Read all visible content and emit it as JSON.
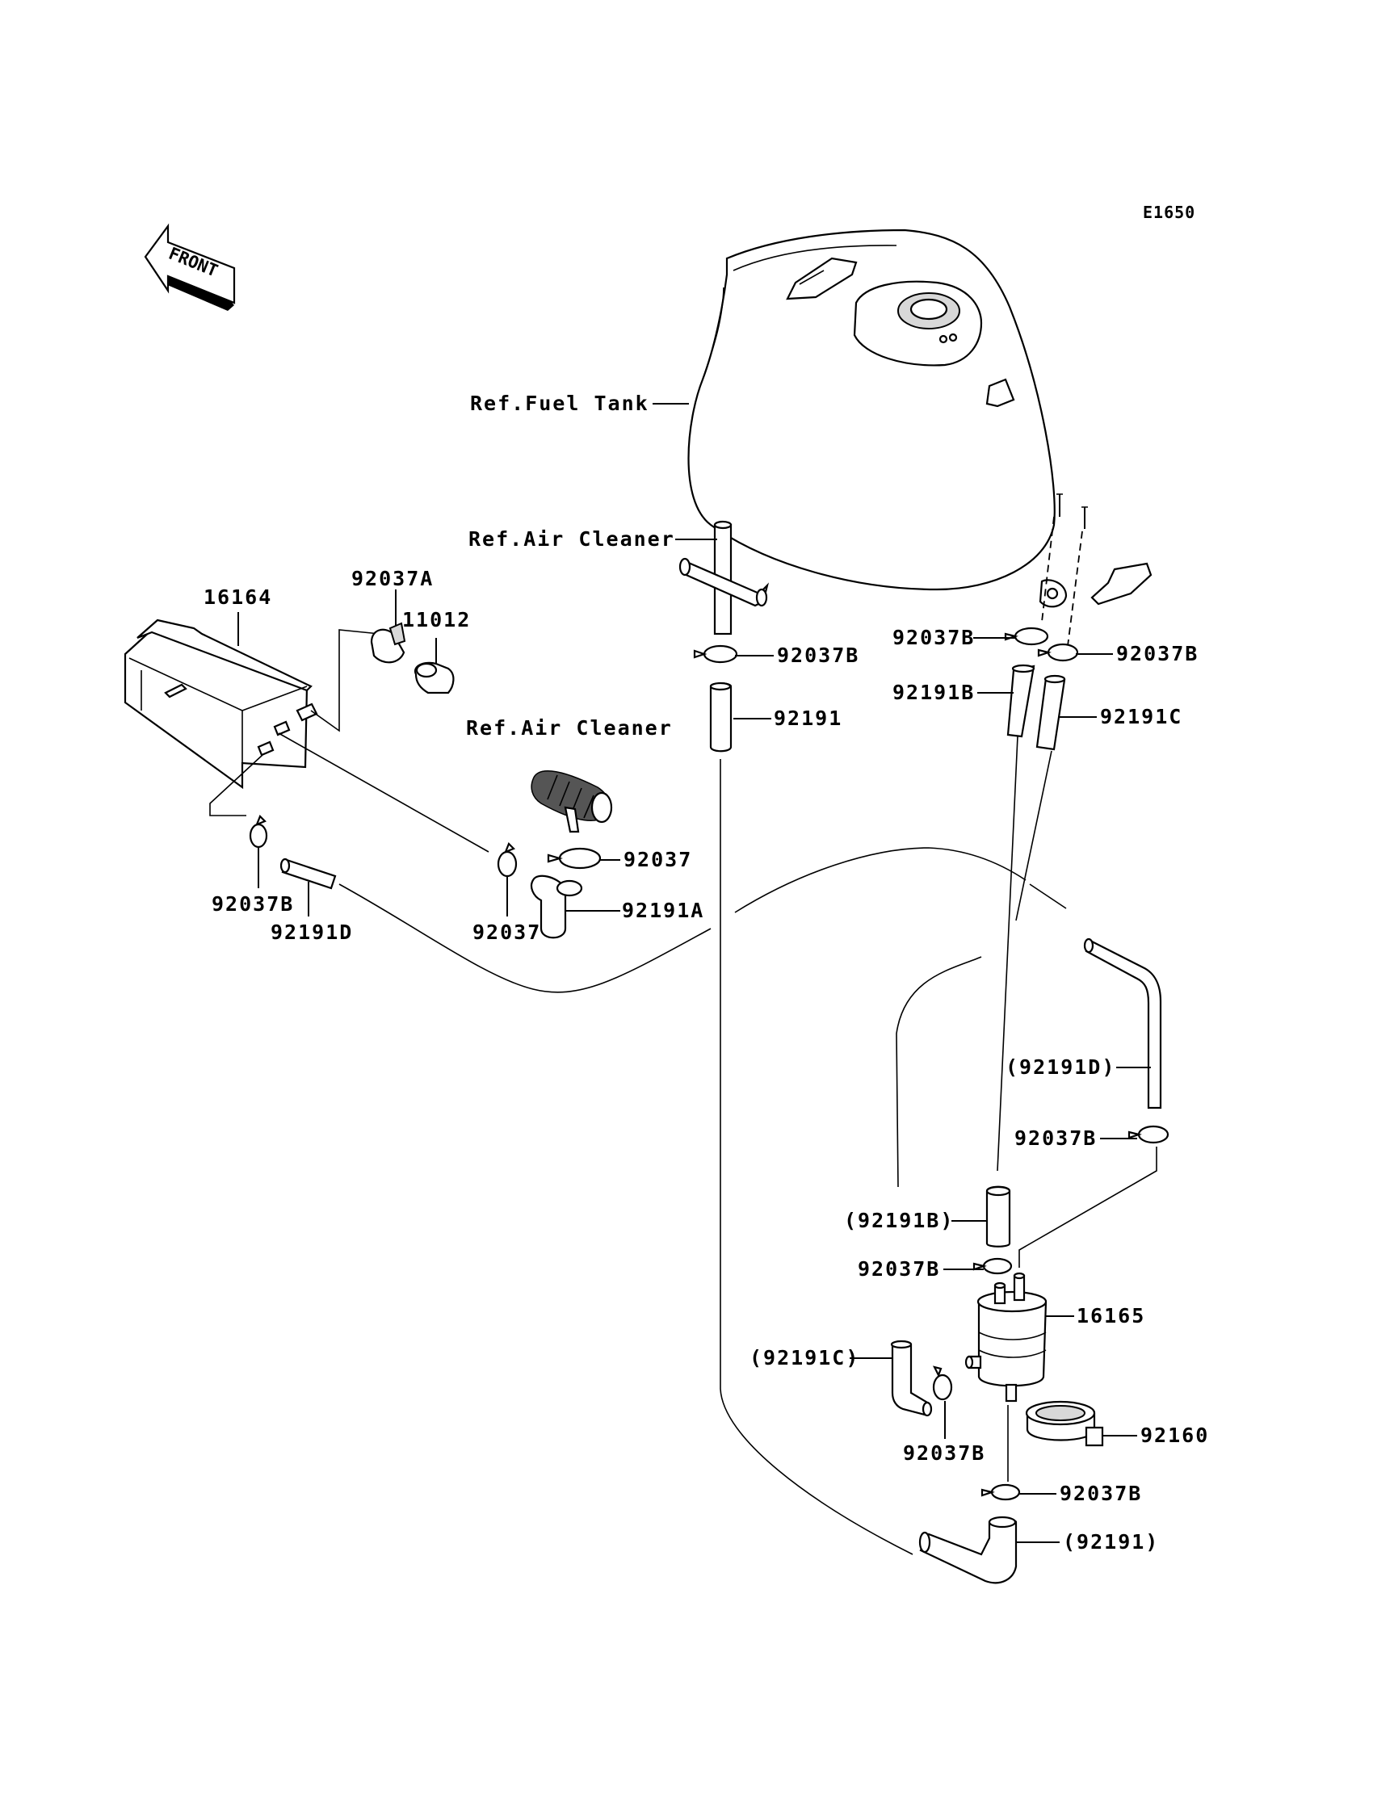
{
  "diagram": {
    "code": "E1650",
    "front": "FRONT",
    "labels": {
      "ref_fuel_tank": "Ref.Fuel Tank",
      "ref_air_cleaner_top": "Ref.Air Cleaner",
      "ref_air_cleaner_mid": "Ref.Air Cleaner",
      "p16164": "16164",
      "p92037a": "92037A",
      "p11012": "11012",
      "p92037b_clip_top": "92037B",
      "p92191": "92191",
      "p92037b_tank_left": "92037B",
      "p92037b_tank_right": "92037B",
      "p92191b": "92191B",
      "p92191c": "92191C",
      "p92037_right": "92037",
      "p92191a": "92191A",
      "p92037b_canister": "92037B",
      "p92191d": "92191D",
      "p92037_bottom": "92037",
      "p92191d_paren": "(92191D)",
      "p92037b_right_mid": "92037B",
      "p92191b_paren": "(92191B)",
      "p92037b_filter_top": "92037B",
      "p16165": "16165",
      "p92191c_paren": "(92191C)",
      "p92037b_filter_side": "92037B",
      "p92160": "92160",
      "p92037b_bottom": "92037B",
      "p92191_paren": "(92191)"
    }
  }
}
